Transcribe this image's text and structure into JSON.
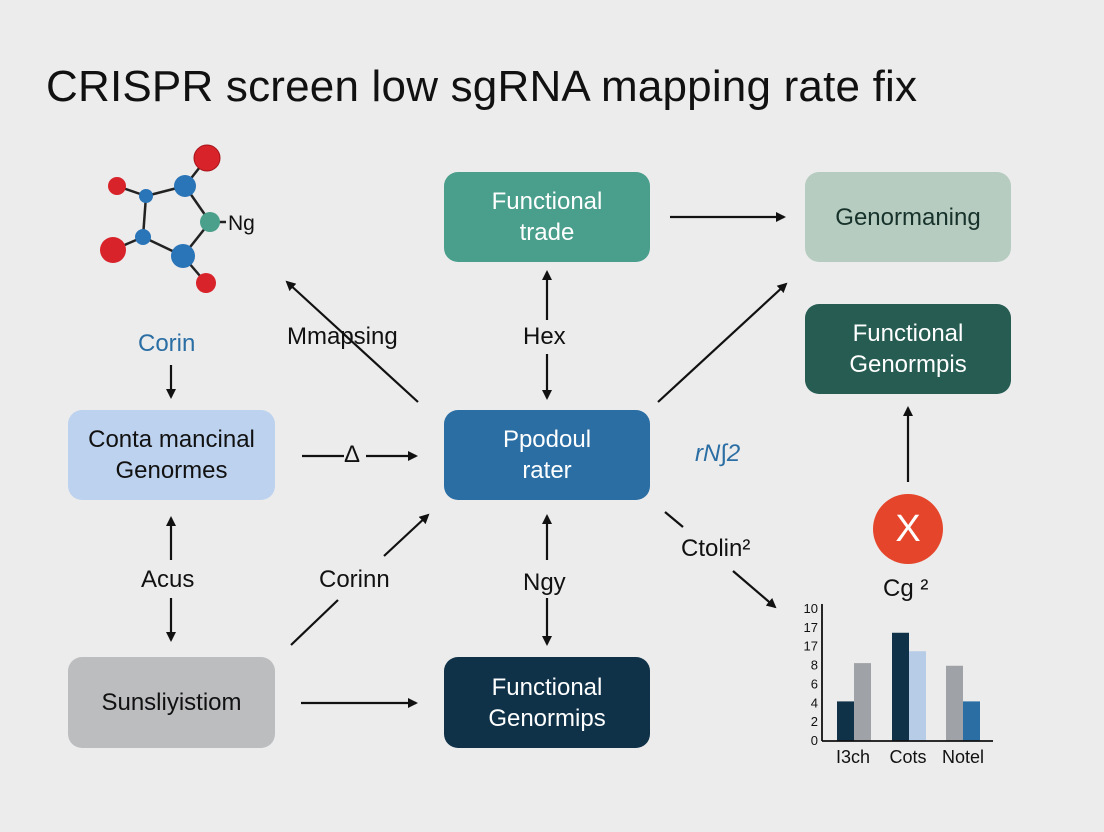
{
  "title": "CRISPR screen low sgRNA mapping rate fix",
  "molecule": {
    "label": "Ng"
  },
  "nodes": {
    "functional_trade": {
      "line1": "Functional",
      "line2": "trade"
    },
    "genormaning": {
      "line1": "Genormaning"
    },
    "functional_genormpis": {
      "line1": "Functional",
      "line2": "Genormpis"
    },
    "conta_mancinal": {
      "line1": "Conta mancinal",
      "line2": "Genormes"
    },
    "ppodoul_rater": {
      "line1": "Ppodoul",
      "line2": "rater"
    },
    "sunsliyistiom": {
      "line1": "Sunsliyistiom"
    },
    "functional_genormips": {
      "line1": "Functional",
      "line2": "Genormips"
    }
  },
  "labels": {
    "corin_top": "Corin",
    "mmapsing": "Mmapsing",
    "hex": "Hex",
    "delta": "Δ",
    "rn": "rN∫2",
    "acus": "Acus",
    "corinn": "Corinn",
    "ngy": "Ngy",
    "ctolin": "Ctolin²",
    "cg": "Cg ²",
    "x_mark": "X"
  },
  "colors": {
    "teal": "#4a9e8c",
    "sage": "#b7ccc0",
    "dark_teal": "#265c52",
    "light_blue": "#bdd2ee",
    "blue": "#2a6ea4",
    "gray": "#bcbdbe",
    "navy": "#0f3249",
    "red": "#e5452a"
  },
  "chart_data": {
    "type": "bar",
    "categories": [
      "I3ch",
      "Cots",
      "Notel"
    ],
    "y_tick_labels": [
      "0",
      "2",
      "4",
      "6",
      "8",
      "17",
      "17",
      "10"
    ],
    "ylim": [
      0,
      10
    ],
    "series": [
      {
        "color": "#0f3249",
        "values": [
          3,
          8.2,
          0
        ]
      },
      {
        "color": "#9fa2a6",
        "values": [
          5.9,
          0,
          5.7
        ]
      },
      {
        "color": "#b7cce6",
        "values": [
          0,
          6.8,
          0
        ]
      },
      {
        "color": "#2a6ea4",
        "values": [
          0,
          0,
          3
        ]
      }
    ]
  }
}
